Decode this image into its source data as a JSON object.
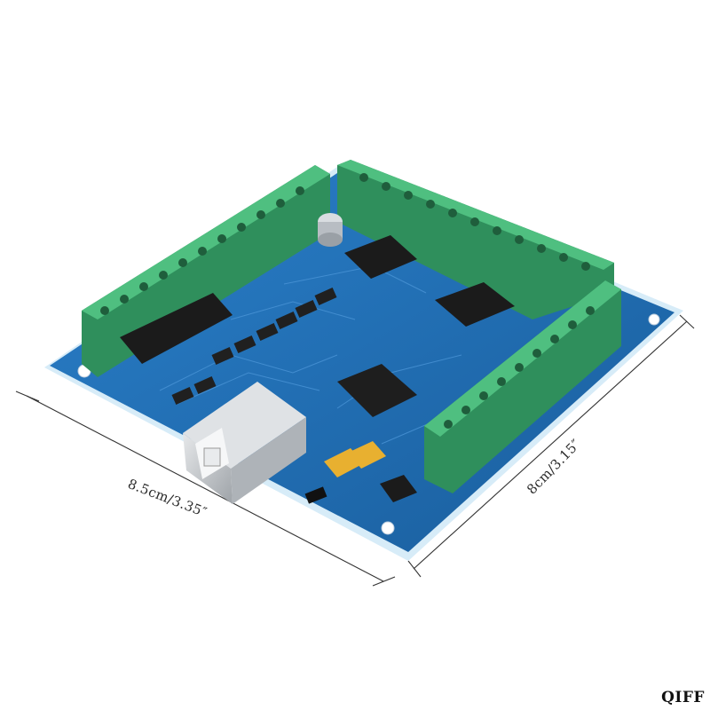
{
  "dimensions": {
    "width_label": "8.5cm/3.35″",
    "depth_label": "8cm/3.15″"
  },
  "watermark": "QIFF",
  "colors": {
    "pcb_blue": "#1f6fb8",
    "pcb_edge": "#cfe6f5",
    "terminal_green": "#3aa56b",
    "terminal_dark": "#2c7d51",
    "chip_black": "#1b1b1b",
    "usb_silver": "#c9ccd0"
  }
}
